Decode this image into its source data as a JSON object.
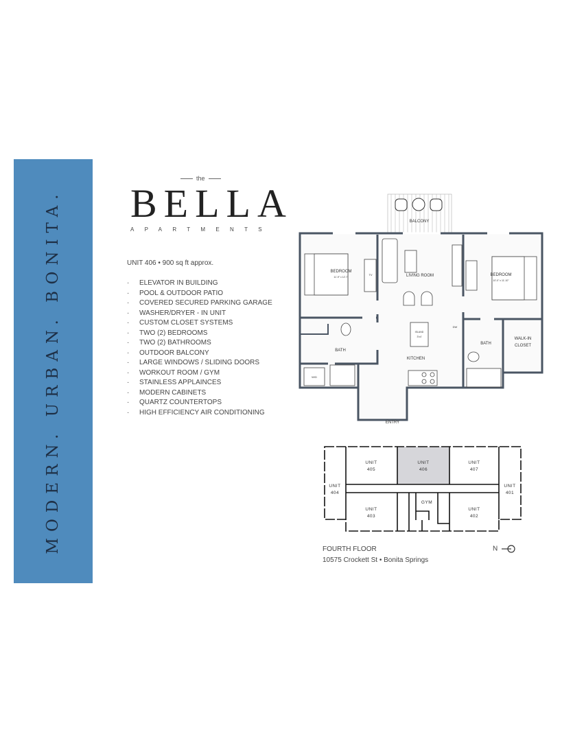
{
  "sidebar": {
    "tagline": "MODERN. URBAN. BONITA."
  },
  "brand": {
    "prefix": "the",
    "name": "BELLA",
    "subtitle": "APARTMENTS"
  },
  "unit": {
    "info": "UNIT 406 • 900 sq ft approx."
  },
  "features": [
    "ELEVATOR IN BUILDING",
    "POOL & OUTDOOR PATIO",
    "COVERED SECURED PARKING GARAGE",
    "WASHER/DRYER - IN UNIT",
    "CUSTOM CLOSET SYSTEMS",
    "TWO (2) BEDROOMS",
    "TWO (2) BATHROOMS",
    "OUTDOOR BALCONY",
    "LARGE WINDOWS / SLIDING DOORS",
    "WORKOUT ROOM / GYM",
    "STAINLESS APPLAINCES",
    "MODERN CABINETS",
    "QUARTZ COUNTERTOPS",
    "HIGH EFFICIENCY AIR CONDITIONING"
  ],
  "floorplan": {
    "balcony": "BALCONY",
    "bedroom1": "BEDROOM",
    "bedroom1_dims": "11'-9\" x 12'-7\"",
    "tv": "TV",
    "living_room": "LIVING ROOM",
    "bedroom2": "BEDROOM",
    "bedroom2_dims": "10'-0\" x 11'-10\"",
    "bath1": "BATH",
    "island": "ISLAND",
    "island_dims": "3'x4'",
    "kitchen": "KITCHEN",
    "dw": "DW",
    "bath2": "BATH",
    "walkin1": "WALK-IN",
    "walkin2": "CLOSET",
    "wd": "W/D",
    "entry": "ENTRY"
  },
  "keyplan": {
    "unit_word": "UNIT",
    "units": {
      "u401": "401",
      "u402": "402",
      "u403": "403",
      "u404": "404",
      "u405": "405",
      "u406": "406",
      "u407": "407"
    },
    "gym": "GYM",
    "highlight_color": "#d6d6da",
    "floor": "FOURTH FLOOR",
    "address": "10575 Crockett St • Bonita Springs",
    "north": "N"
  },
  "colors": {
    "sidebar": "#4f8bbd",
    "wall": "#4a5563"
  }
}
